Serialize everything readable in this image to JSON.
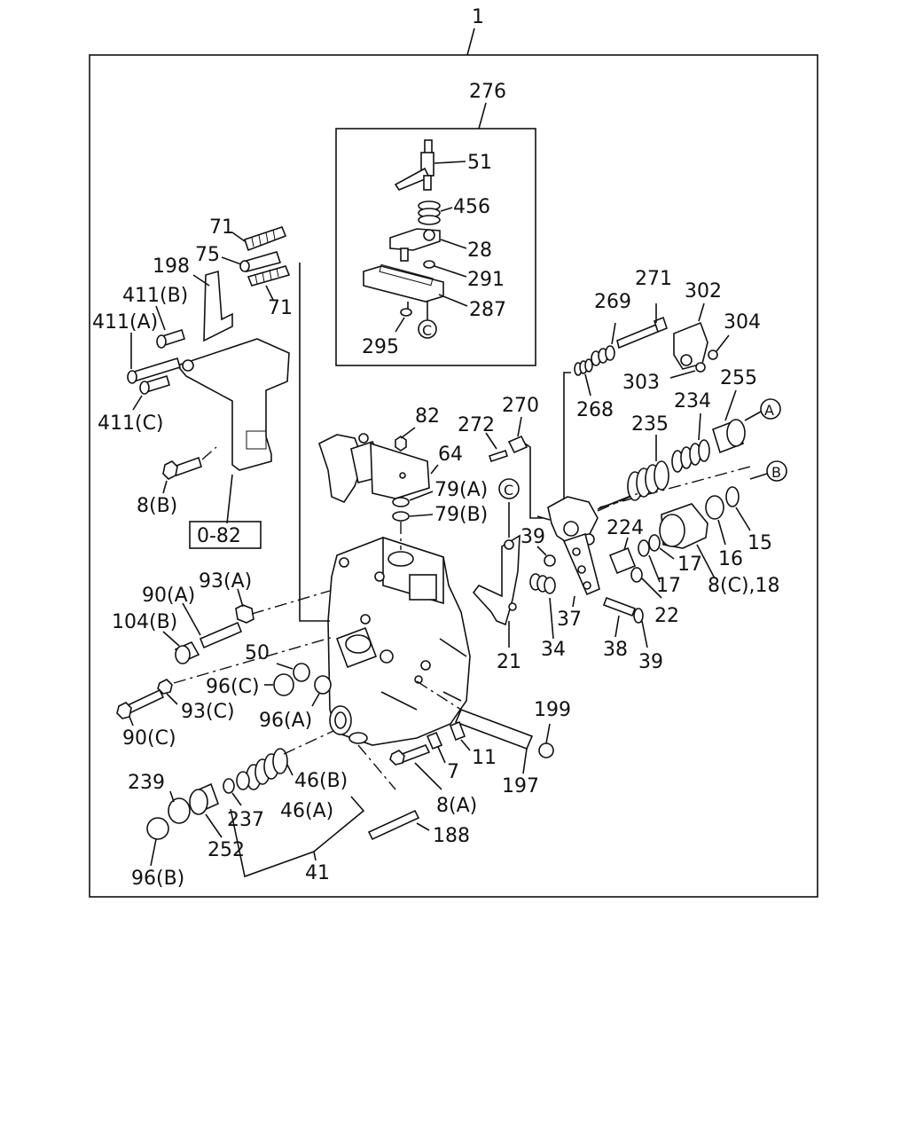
{
  "callouts": [
    {
      "id": "c1",
      "text": "1"
    },
    {
      "id": "c276",
      "text": "276"
    },
    {
      "id": "c51",
      "text": "51"
    },
    {
      "id": "c456",
      "text": "456"
    },
    {
      "id": "c28",
      "text": "28"
    },
    {
      "id": "c291",
      "text": "291"
    },
    {
      "id": "c287",
      "text": "287"
    },
    {
      "id": "c295",
      "text": "295"
    },
    {
      "id": "c71a",
      "text": "71"
    },
    {
      "id": "c75",
      "text": "75"
    },
    {
      "id": "c198",
      "text": "198"
    },
    {
      "id": "c71b",
      "text": "71"
    },
    {
      "id": "c411b",
      "text": "411(B)"
    },
    {
      "id": "c411a",
      "text": "411(A)"
    },
    {
      "id": "c411c",
      "text": "411(C)"
    },
    {
      "id": "c8b",
      "text": "8(B)"
    },
    {
      "id": "c082",
      "text": "0-82"
    },
    {
      "id": "c82",
      "text": "82"
    },
    {
      "id": "c64",
      "text": "64"
    },
    {
      "id": "c79a",
      "text": "79(A)"
    },
    {
      "id": "c79b",
      "text": "79(B)"
    },
    {
      "id": "c272",
      "text": "272"
    },
    {
      "id": "c270",
      "text": "270"
    },
    {
      "id": "c271",
      "text": "271"
    },
    {
      "id": "c269",
      "text": "269"
    },
    {
      "id": "c302",
      "text": "302"
    },
    {
      "id": "c304",
      "text": "304"
    },
    {
      "id": "c303",
      "text": "303"
    },
    {
      "id": "c268",
      "text": "268"
    },
    {
      "id": "c255",
      "text": "255"
    },
    {
      "id": "c234",
      "text": "234"
    },
    {
      "id": "c235",
      "text": "235"
    },
    {
      "id": "c39a",
      "text": "39"
    },
    {
      "id": "c224",
      "text": "224"
    },
    {
      "id": "c17a",
      "text": "17"
    },
    {
      "id": "c16",
      "text": "16"
    },
    {
      "id": "c15",
      "text": "15"
    },
    {
      "id": "c17b",
      "text": "17"
    },
    {
      "id": "c8c18",
      "text": "8(C),18"
    },
    {
      "id": "c22",
      "text": "22"
    },
    {
      "id": "c37",
      "text": "37"
    },
    {
      "id": "c34",
      "text": "34"
    },
    {
      "id": "c38",
      "text": "38"
    },
    {
      "id": "c39b",
      "text": "39"
    },
    {
      "id": "c21",
      "text": "21"
    },
    {
      "id": "c93a",
      "text": "93(A)"
    },
    {
      "id": "c90a",
      "text": "90(A)"
    },
    {
      "id": "c104b",
      "text": "104(B)"
    },
    {
      "id": "c50",
      "text": "50"
    },
    {
      "id": "c96c",
      "text": "96(C)"
    },
    {
      "id": "c93c",
      "text": "93(C)"
    },
    {
      "id": "c96a",
      "text": "96(A)"
    },
    {
      "id": "c90c",
      "text": "90(C)"
    },
    {
      "id": "c199",
      "text": "199"
    },
    {
      "id": "c11",
      "text": "11"
    },
    {
      "id": "c7",
      "text": "7"
    },
    {
      "id": "c197",
      "text": "197"
    },
    {
      "id": "c8a",
      "text": "8(A)"
    },
    {
      "id": "c239",
      "text": "239"
    },
    {
      "id": "c46b",
      "text": "46(B)"
    },
    {
      "id": "c46a",
      "text": "46(A)"
    },
    {
      "id": "c237",
      "text": "237"
    },
    {
      "id": "c188",
      "text": "188"
    },
    {
      "id": "c252",
      "text": "252"
    },
    {
      "id": "c41",
      "text": "41"
    },
    {
      "id": "c96b",
      "text": "96(B)"
    }
  ],
  "markers": [
    {
      "id": "mA",
      "text": "A"
    },
    {
      "id": "mB",
      "text": "B"
    },
    {
      "id": "mC1",
      "text": "C"
    },
    {
      "id": "mC2",
      "text": "C"
    }
  ]
}
